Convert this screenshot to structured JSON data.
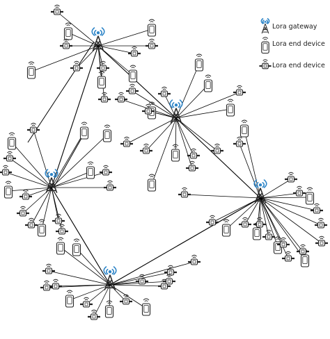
{
  "legend": {
    "gateway_label": "Lora gateway",
    "phone_label": "Lora end device",
    "sensor_label": "Lora end device"
  },
  "colors": {
    "gateway_waves": "#2f86c8",
    "tower": "#2a2a2a",
    "link": "#000000",
    "device_outline": "#222222"
  },
  "diagram": {
    "nodes": {
      "gateways": [
        "G1",
        "G2",
        "G3",
        "G4",
        "G5"
      ],
      "phone_devices": [
        "P1",
        "P2",
        "P3",
        "P4",
        "P5",
        "P6",
        "P7",
        "P8",
        "P9",
        "P10",
        "P11",
        "P12",
        "P13",
        "P14",
        "P15",
        "P16",
        "P17",
        "P18",
        "P19",
        "P20",
        "P21",
        "P22",
        "P23",
        "P24",
        "P25",
        "P26",
        "P27",
        "P28"
      ],
      "sensor_devices": [
        "S1",
        "S2",
        "S3",
        "S4",
        "S5",
        "S6",
        "S7",
        "S8",
        "S9",
        "S10",
        "S11",
        "S12",
        "S13",
        "S14",
        "S15",
        "S16",
        "S17",
        "S18",
        "S19",
        "S20",
        "S21",
        "S22",
        "S23",
        "S24",
        "S25",
        "S26",
        "S27",
        "S28",
        "S29",
        "S30",
        "S31",
        "S32",
        "S33",
        "S34",
        "S35",
        "S36",
        "S37",
        "S38",
        "S39",
        "S40",
        "S41",
        "S42",
        "S43",
        "S44",
        "S45",
        "S46",
        "S47",
        "S48",
        "S49",
        "S50",
        "S51",
        "S52"
      ]
    },
    "gateway_links": [
      [
        "G1",
        "G2"
      ],
      [
        "G1",
        "G3"
      ],
      [
        "G3",
        "G5"
      ],
      [
        "G5",
        "G4"
      ],
      [
        "G2",
        "G4"
      ]
    ]
  }
}
